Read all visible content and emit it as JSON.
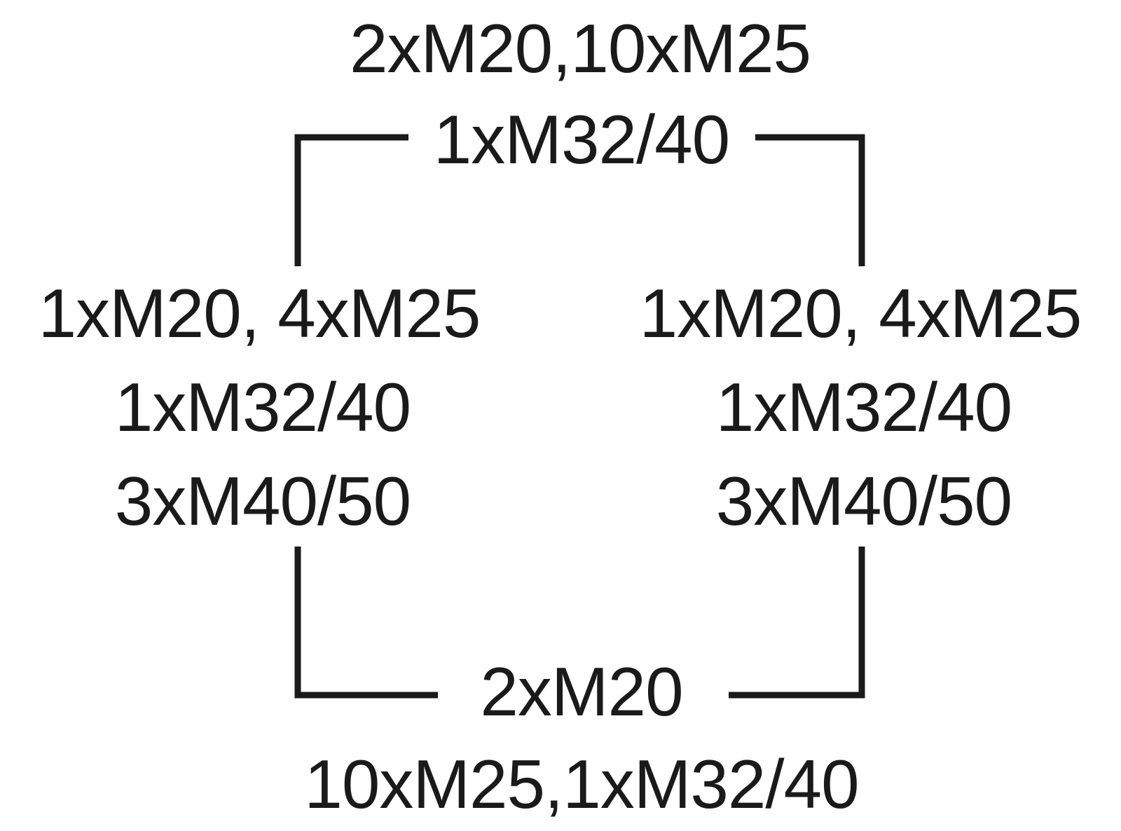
{
  "diagram": {
    "top": {
      "line1": "2xM20,10xM25",
      "line2": "1xM32/40"
    },
    "left": {
      "line1": "1xM20, 4xM25",
      "line2": "1xM32/40",
      "line3": "3xM40/50"
    },
    "right": {
      "line1": "1xM20, 4xM25",
      "line2": "1xM32/40",
      "line3": "3xM40/50"
    },
    "bottom": {
      "line1": "2xM20",
      "line2": "10xM25,1xM32/40"
    },
    "colors": {
      "stroke": "#1a1a1a",
      "text": "#1a1a1a",
      "background": "#ffffff"
    }
  }
}
